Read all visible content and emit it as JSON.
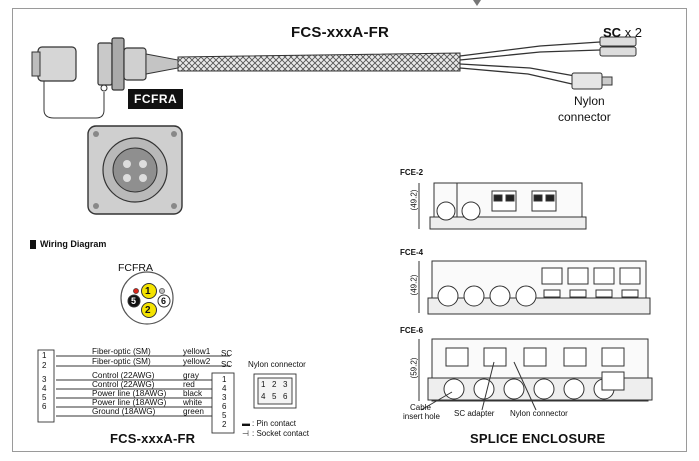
{
  "header": {
    "title": "FCS-xxxA-FR",
    "sc_label": "SC",
    "sc_count": "x 2",
    "connector_badge": "FCFRA",
    "nylon_label_1": "Nylon",
    "nylon_label_2": "connector"
  },
  "wiring": {
    "section_title": "Wiring Diagram",
    "plug_label": "FCFRA",
    "pins": [
      "1",
      "2",
      "5",
      "6"
    ],
    "rows": [
      {
        "num": "1",
        "signal": "Fiber-optic (SM)",
        "color": "yellow1",
        "end": "SC"
      },
      {
        "num": "2",
        "signal": "Fiber-optic (SM)",
        "color": "yellow2",
        "end": "SC"
      },
      {
        "num": "3",
        "signal": "Control (22AWG)",
        "color": "gray",
        "end": "1"
      },
      {
        "num": "4",
        "signal": "Control (22AWG)",
        "color": "red",
        "end": "4"
      },
      {
        "num": "5",
        "signal": "Power line (18AWG)",
        "color": "black",
        "end": "3"
      },
      {
        "num": "6",
        "signal": "Power line (18AWG)",
        "color": "white",
        "end": "6"
      },
      {
        "num": "",
        "signal": "Ground (18AWG)",
        "color": "green",
        "end": "5"
      },
      {
        "num": "",
        "signal": "",
        "color": "",
        "end": "2"
      }
    ],
    "nylon_title": "Nylon connector",
    "nylon_cells": [
      "1",
      "2",
      "3",
      "4",
      "5",
      "6"
    ],
    "legend_pin": ": Pin contact",
    "legend_socket": ": Socket contact",
    "footer_title": "FCS-xxxA-FR"
  },
  "enclosure": {
    "fce2": {
      "name": "FCE-2",
      "dim": "(49.2)"
    },
    "fce4": {
      "name": "FCE-4",
      "dim": "(49.2)"
    },
    "fce6": {
      "name": "FCE-6",
      "dim": "(59.2)"
    },
    "callout_cable_1": "Cable",
    "callout_cable_2": "insert hole",
    "callout_sc": "SC adapter",
    "callout_nylon": "Nylon connector",
    "footer_title": "SPLICE ENCLOSURE"
  },
  "colors": {
    "pin_yellow": "#f4e300",
    "pin_red": "#d8261c",
    "pin_black": "#111111",
    "pin_white": "#ffffff",
    "frame": "#9a9a9a"
  }
}
